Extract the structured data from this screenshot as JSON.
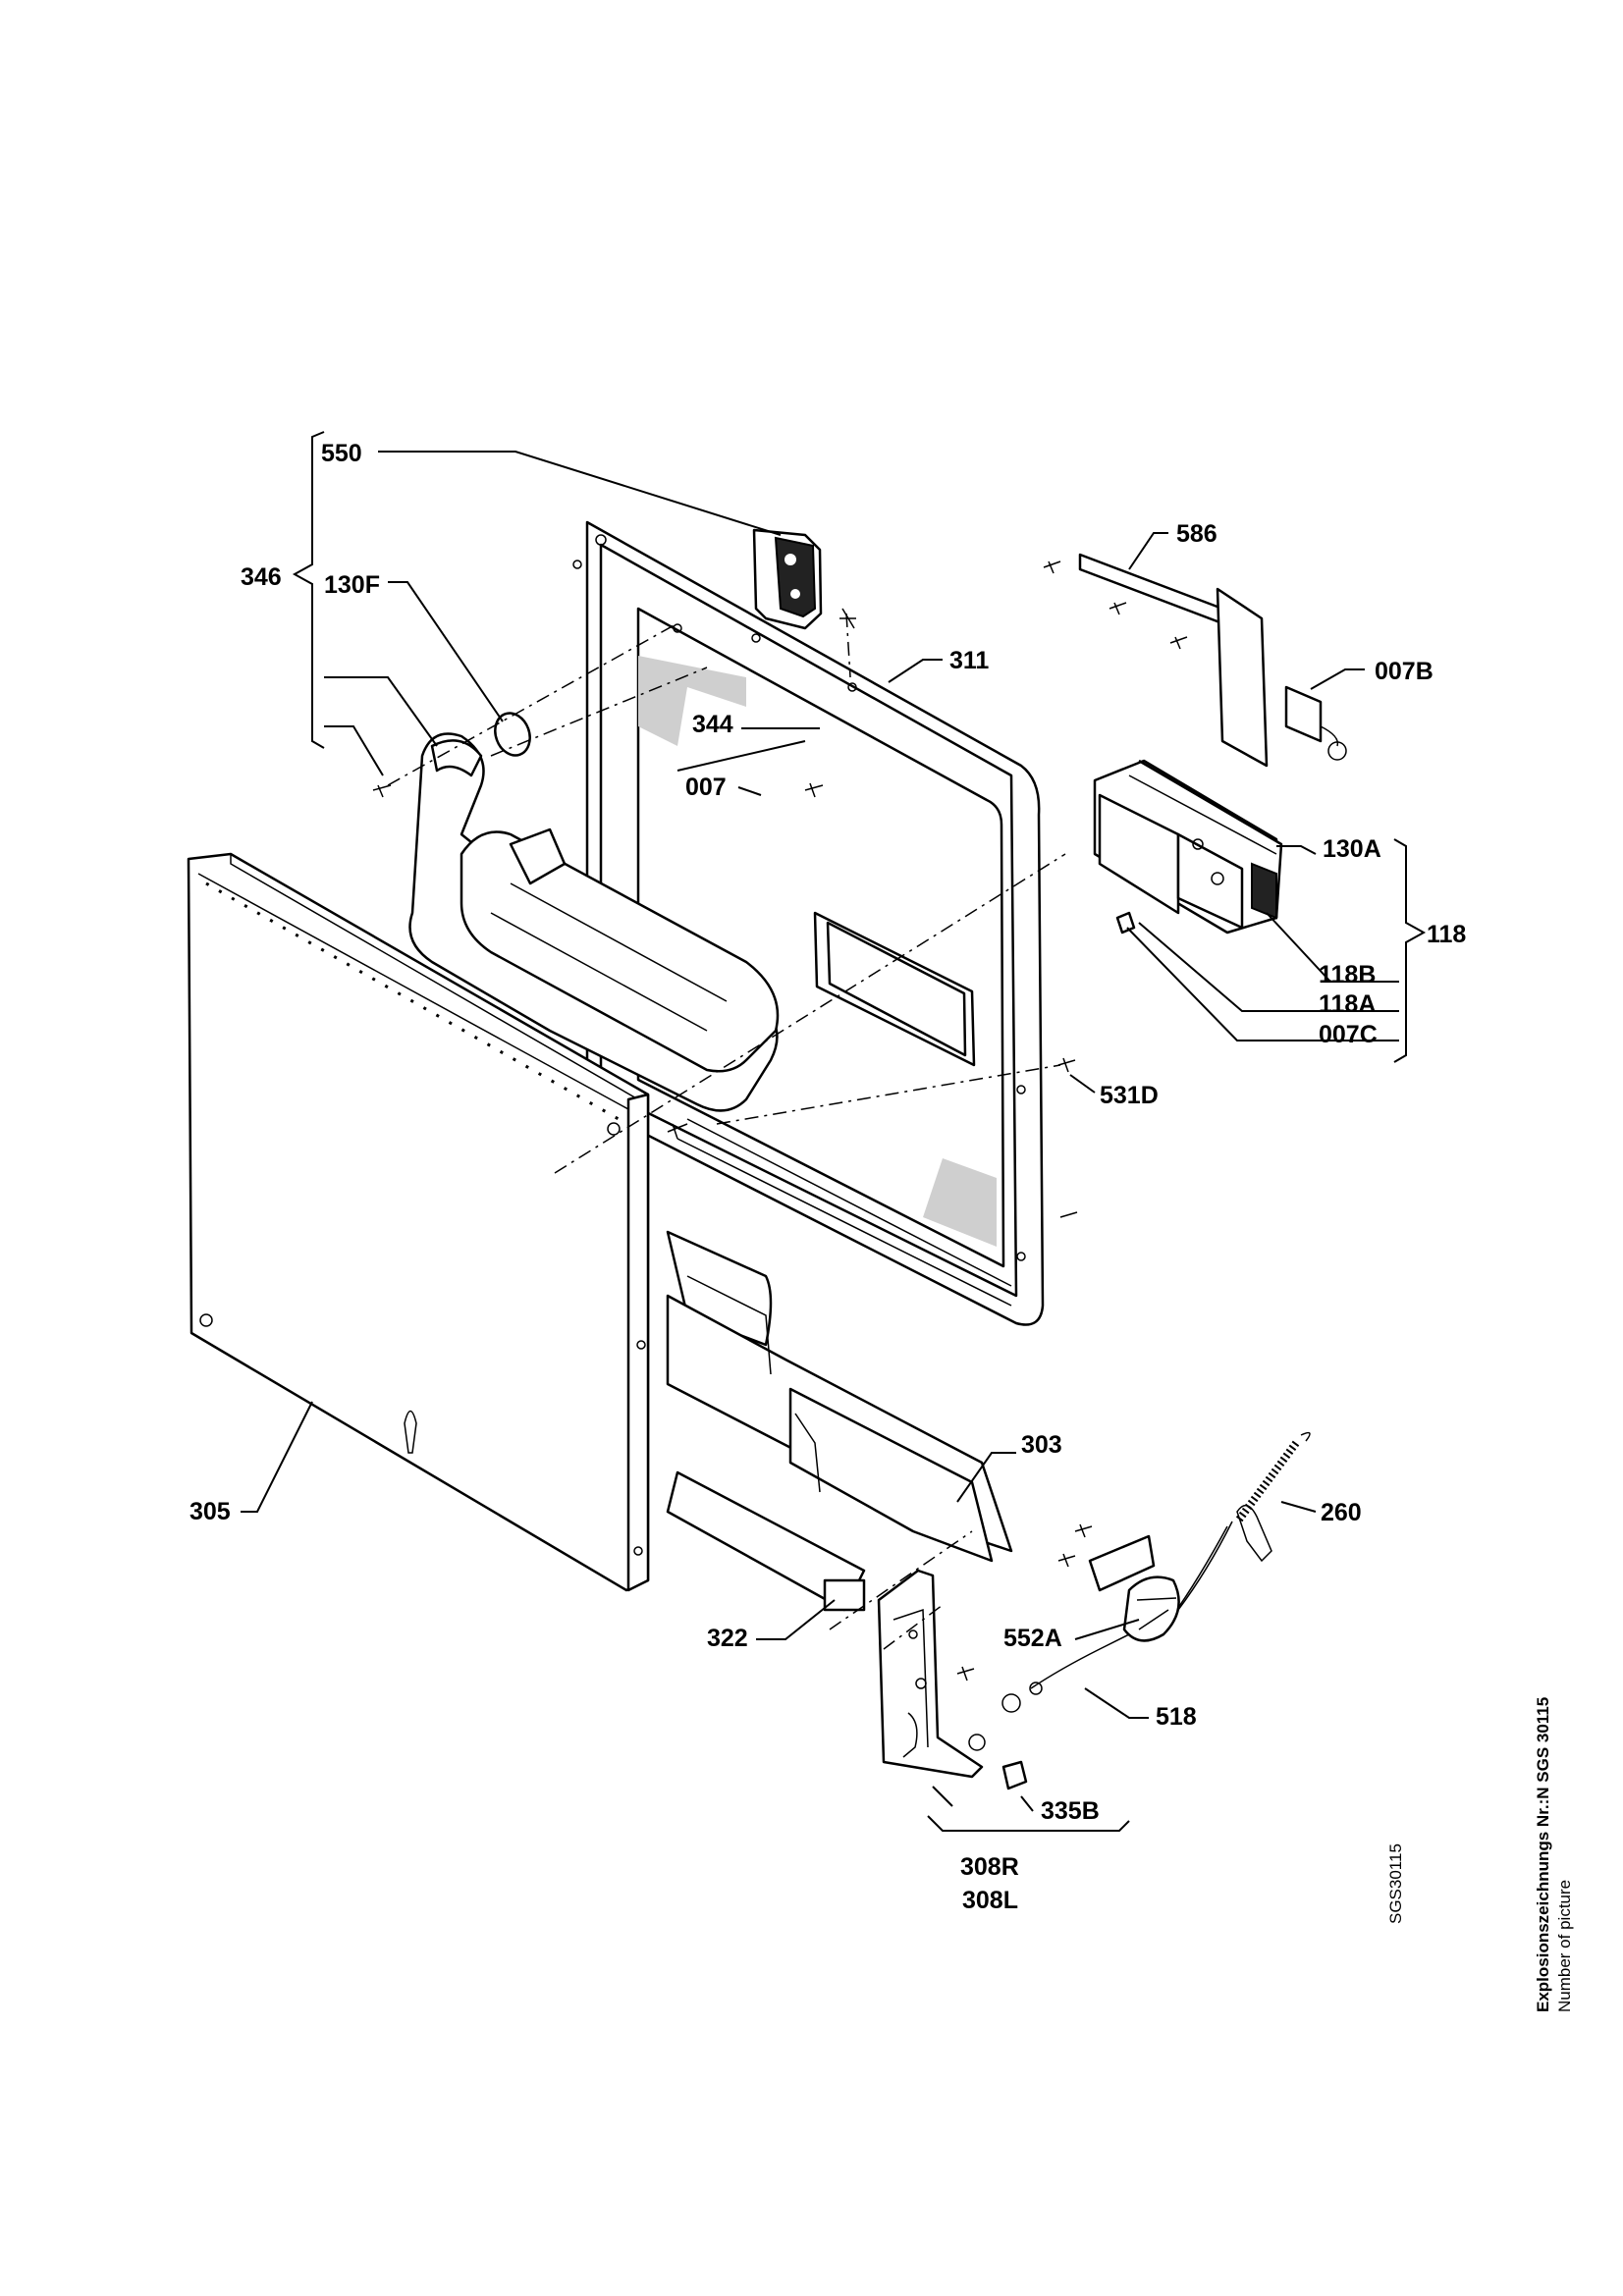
{
  "diagram": {
    "code": "SGS30115",
    "side_title": "Explosionszeichnungs Nr.:N SGS 30115",
    "side_subtitle": "Number of picture",
    "labels": {
      "p550": "550",
      "p346": "346",
      "p130F": "130F",
      "p586": "586",
      "p311": "311",
      "p007B": "007B",
      "p344": "344",
      "p007": "007",
      "p130A": "130A",
      "p118": "118",
      "p118B": "118B",
      "p118A": "118A",
      "p007C": "007C",
      "p531D": "531D",
      "p303": "303",
      "p260": "260",
      "p305": "305",
      "p552A": "552A",
      "p322": "322",
      "p518": "518",
      "p335B": "335B",
      "p308R": "308R",
      "p308L": "308L"
    }
  }
}
